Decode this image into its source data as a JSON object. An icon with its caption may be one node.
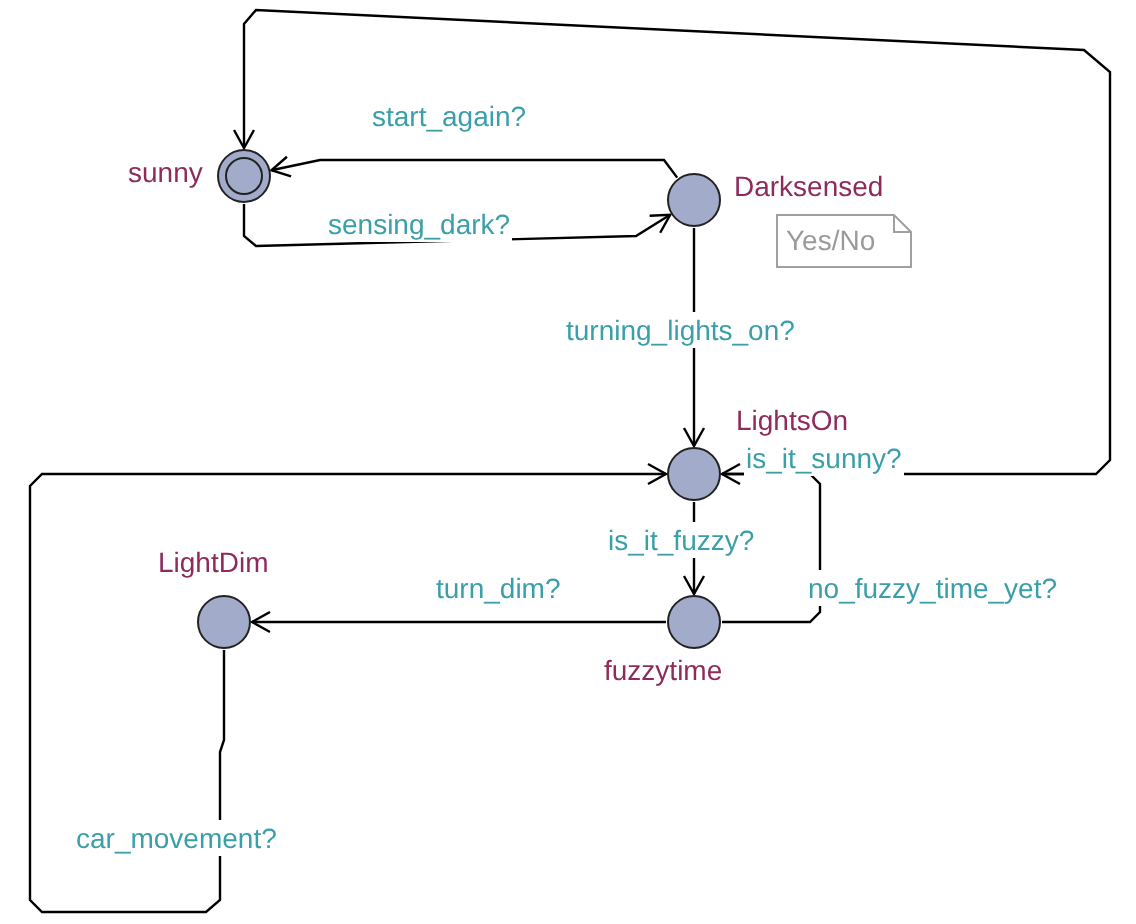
{
  "diagram": {
    "nodes": [
      {
        "text": [
          "sunny"
        ]
      },
      {
        "text": [
          "Darksensed"
        ]
      },
      {
        "text": [
          "Yes/No"
        ]
      },
      {
        "text": [
          "LightsOn"
        ]
      },
      {
        "text": [
          "LightDim"
        ]
      },
      {
        "text": [
          "fuzzytime"
        ]
      }
    ],
    "edges": [
      {
        "from": 1,
        "to": 0,
        "arrow": "to",
        "label": "start_again?"
      },
      {
        "from": 0,
        "to": 1,
        "arrow": "to",
        "label": "sensing_dark?"
      },
      {
        "from": 1,
        "to": 3,
        "arrow": "to",
        "label": "turning_lights_on?"
      },
      {
        "from": 3,
        "to": 0,
        "arrow": "to",
        "label": "is_it_sunny?"
      },
      {
        "from": 3,
        "to": 5,
        "arrow": "to",
        "label": "is_it_fuzzy?"
      },
      {
        "from": 5,
        "to": 4,
        "arrow": "to",
        "label": "turn_dim?"
      },
      {
        "from": 5,
        "to": 3,
        "arrow": "to",
        "label": "no_fuzzy_time_yet?"
      },
      {
        "from": 4,
        "to": 3,
        "arrow": "to",
        "label": "car_movement?"
      }
    ]
  }
}
